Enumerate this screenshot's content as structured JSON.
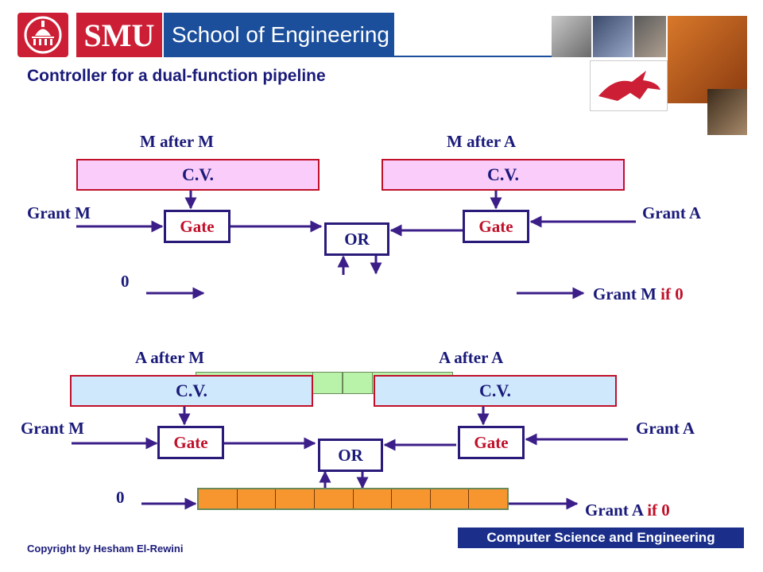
{
  "header": {
    "brand": "SMU",
    "school": "School of Engineering",
    "title": "Controller for a dual-function pipeline",
    "colors": {
      "brand_red": "#cc1f36",
      "brand_blue": "#1b4f9c",
      "wire": "#3b1e88"
    }
  },
  "top_section": {
    "left_caption": "M after M",
    "right_caption": "M after A",
    "left_cv": "C.V.",
    "right_cv": "C.V.",
    "left_grant": "Grant M",
    "right_grant": "Grant A",
    "left_gate": "Gate",
    "right_gate": "Gate",
    "or_label": "OR",
    "zero": "0",
    "output_prefix": "Grant M",
    "output_if": "if 0"
  },
  "bottom_section": {
    "left_caption": "A after M",
    "right_caption": "A after A",
    "left_cv": "C.V.",
    "right_cv": "C.V.",
    "left_grant": "Grant M",
    "right_grant": "Grant A",
    "left_gate": "Gate",
    "right_gate": "Gate",
    "or_label": "OR",
    "zero": "0",
    "output_prefix": "Grant A",
    "output_if": "if 0"
  },
  "footer": {
    "copyright": "Copyright by Hesham El-Rewini",
    "department": "Computer Science and Engineering"
  }
}
